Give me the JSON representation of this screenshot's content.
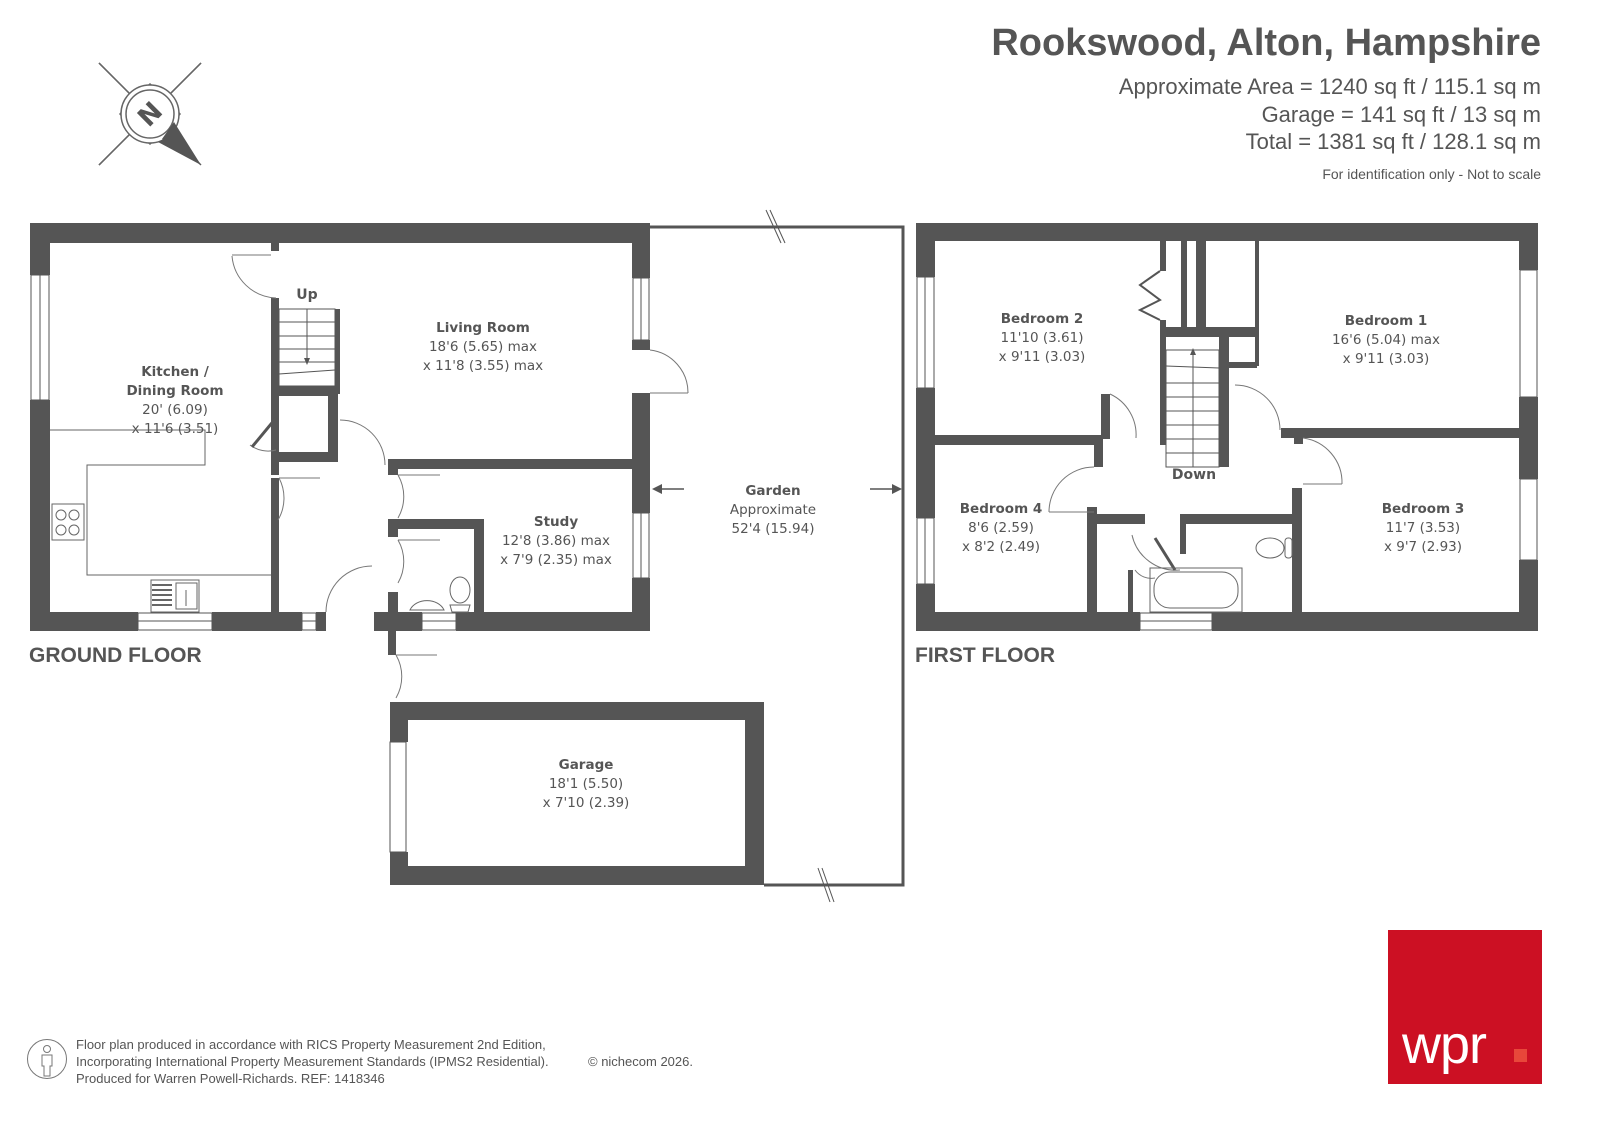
{
  "header": {
    "title": "Rookswood, Alton, Hampshire",
    "area_lines": [
      "Approximate Area = 1240 sq ft / 115.1 sq m",
      "Garage = 141 sq ft / 13 sq m",
      "Total = 1381 sq ft / 128.1 sq m"
    ],
    "disclaimer": "For identification only - Not to scale"
  },
  "compass": {
    "icon": "north-compass-icon",
    "label": "N"
  },
  "ground_floor": {
    "label": "GROUND FLOOR",
    "stairs_label": "Up",
    "rooms": [
      {
        "name": "Kitchen /",
        "name2": "Dining Room",
        "dim1": "20' (6.09)",
        "dim2": "x 11'6 (3.51)"
      },
      {
        "name": "Living Room",
        "dim1": "18'6 (5.65) max",
        "dim2": "x 11'8 (3.55) max"
      },
      {
        "name": "Study",
        "dim1": "12'8 (3.86) max",
        "dim2": "x 7'9 (2.35) max"
      },
      {
        "name": "Garden",
        "dim1": "Approximate",
        "dim2": "52'4 (15.94)"
      },
      {
        "name": "Garage",
        "dim1": "18'1 (5.50)",
        "dim2": "x 7'10 (2.39)"
      }
    ]
  },
  "first_floor": {
    "label": "FIRST FLOOR",
    "stairs_label": "Down",
    "rooms": [
      {
        "name": "Bedroom 2",
        "dim1": "11'10 (3.61)",
        "dim2": "x 9'11 (3.03)"
      },
      {
        "name": "Bedroom 1",
        "dim1": "16'6 (5.04) max",
        "dim2": "x 9'11 (3.03)"
      },
      {
        "name": "Bedroom 4",
        "dim1": "8'6 (2.59)",
        "dim2": "x 8'2 (2.49)"
      },
      {
        "name": "Bedroom 3",
        "dim1": "11'7 (3.53)",
        "dim2": "x 9'7 (2.93)"
      }
    ]
  },
  "footer": {
    "lines": [
      "Floor plan produced in accordance with RICS Property Measurement 2nd Edition,",
      "Incorporating International Property Measurement Standards (IPMS2 Residential).",
      "Produced for Warren Powell-Richards.   REF: 1418346"
    ],
    "copyright": "© nichecom 2026."
  },
  "logo": {
    "text": "wpr",
    "color": "#cc1023",
    "dot_color": "#e8473a"
  },
  "colors": {
    "wall": "#555555",
    "text": "#555555"
  }
}
